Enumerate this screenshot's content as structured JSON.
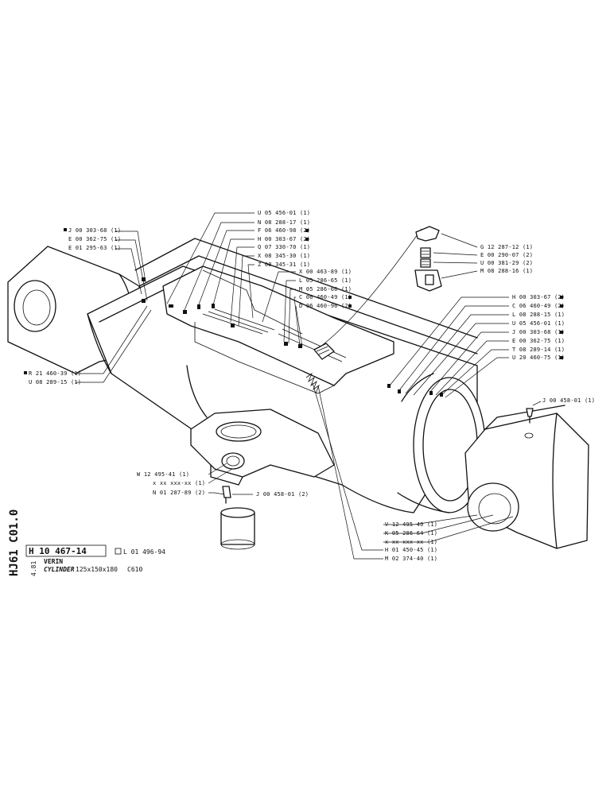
{
  "side_code": "HJ61 C01.0",
  "title_block": {
    "drawing_number": "H 10 467-14",
    "reference": "L 01 496-94",
    "revision": "4.81",
    "name_fr": "VERIN",
    "name_en": "CYLINDER",
    "dimensions": "125x150x180",
    "model": "C610"
  },
  "labels": {
    "J_00303_68_left": "J 00 303-68 (1)",
    "E_00362_75_left": "E 00 362-75 (1)",
    "E_01295_63": "E 01 295-63 (1)",
    "R_21460_39": "R 21 460-39 (1)",
    "U_08289_15": "U 08 289-15 (1)",
    "U_05456_01_top": "U 05 456-01 (1)",
    "N_08288_17": "N 08 288-17 (1)",
    "F_06460_98": "F 06 460-98 (2)",
    "H_00303_67_top": "H 00 303-67 (2)",
    "Q_07330_70": "Q 07 330-70 (1)",
    "X_08345_30": "X 08 345-30 (1)",
    "Z_08345_31": "Z 08 345-31 (1)",
    "X_00463_89": "X 00 463-89 (1)",
    "L_05286_65": "L 05 286-65 (1)",
    "M_05286_66": "M 05 286-66 (1)",
    "C_06460_49_top": "C 06 460-49 (1)",
    "D_06460_96": "D 06 460-96 (2)",
    "G_12287_12": "G 12 287-12 (1)",
    "E_00290_07": "E 00 290-07 (2)",
    "U_00381_29": "U 00 381-29 (2)",
    "M_08288_16": "M 08 288-16 (1)",
    "H_00303_67_right": "H 00 303-67 (2)",
    "C_06460_49_right": "C 06 460-49 (2)",
    "L_08288_15": "L 08 288-15 (1)",
    "U_05456_01_right": "U 05 456-01 (1)",
    "J_00303_68_right": "J 00 303-68 (1)",
    "E_00362_75_right": "E 00 362-75 (1)",
    "T_08289_14": "T 08 289-14 (1)",
    "U_20460_75": "U 20 460-75 (1)",
    "J_00458_01_right": "J 00 458-01 (1)",
    "W_12495_41": "W 12 495-41 (1)",
    "xx_left": "x xx xxx-xx (1)",
    "N_01287_89": "N 01 287-89 (2)",
    "J_00458_01_bottom": "J 00 458-01 (2)",
    "V_12495_40": "V 12 495-40 (1)",
    "K_05286_64": "K 05 286-64 (1)",
    "xx_right": "x xx xxx-xx (1)",
    "H_01450_45": "H 01 450-45 (1)",
    "M_02374_40": "M 02 374-40 (1)"
  }
}
